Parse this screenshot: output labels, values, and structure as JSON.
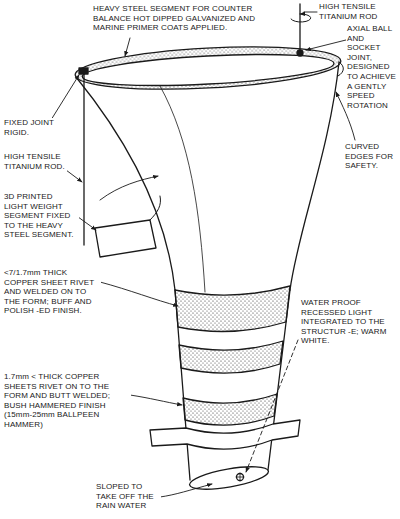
{
  "diagram": {
    "labels": [
      "HEAVY STEEL SEGMENT FOR COUNTER BALANCE HOT DIPPED GALVANIZED AND MARINE PRIMER COATS APPLIED.",
      "HIGH TENSILE TITANIUM ROD",
      "AXIAL BALL AND SOCKET JOINT, DESIGNED TO ACHIEVE A GENTLY SPEED ROTATION",
      "FIXED JOINT RIGID.",
      "HIGH TENSILE TITANIUM ROD.",
      "3D PRINTED LIGHT WEIGHT SEGMENT FIXED TO THE HEAVY STEEL SEGMENT.",
      "<7/1.7mm THICK COPPER SHEET RIVET AND WELDED ON TO THE FORM; BUFF AND POLISH -ED FINISH.",
      "CURVED EDGES FOR SAFETY.",
      "WATER PROOF RECESSED LIGHT INTEGRATED TO THE STRUCTUR -E; WARM WHITE.",
      "1.7mm < THICK COPPER SHEETS RIVET ON TO THE FORM AND BUTT WELDED; BUSH HAMMERED FINISH (15mm-25mm BALLPEEN HAMMER)",
      "SLOPED TO TAKE OFF THE RAIN WATER"
    ]
  }
}
